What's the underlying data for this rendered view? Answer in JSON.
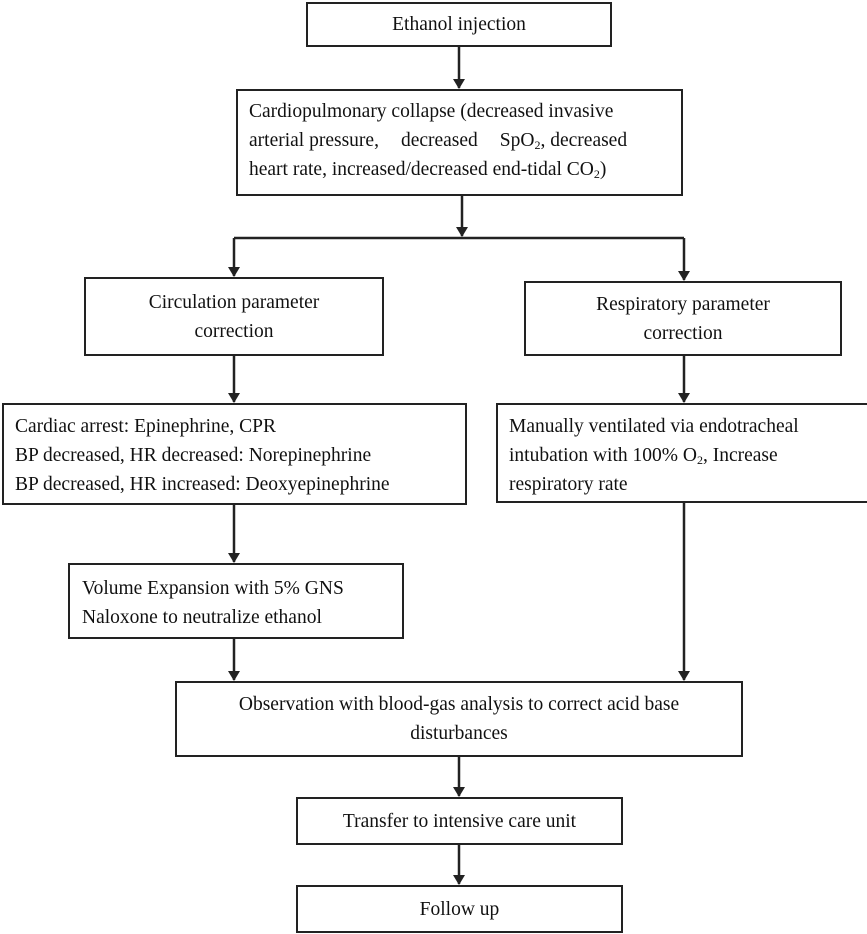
{
  "diagram": {
    "start": "Ethanol injection",
    "collapse": {
      "line1": "Cardiopulmonary collapse (decreased invasive",
      "line2a": "arterial pressure",
      "line2b": "decreased",
      "line2c": "SpO",
      "line2d": "2",
      "line2e": ", decreased",
      "line3a": "heart rate, increased/decreased end-tidal CO",
      "line3b": "2",
      "line3c": ")"
    },
    "circulation_box": {
      "line1": "Circulation parameter",
      "line2": "correction"
    },
    "respiratory_box": {
      "line1": "Respiratory parameter",
      "line2": "correction"
    },
    "circulation_actions": [
      "Cardiac arrest: Epinephrine, CPR",
      "BP decreased, HR decreased: Norepinephrine",
      "BP decreased, HR increased: Deoxyepinephrine"
    ],
    "respiratory_actions": {
      "line1": "Manually ventilated via endotracheal",
      "line2a": "intubation with 100% O",
      "line2b": "2",
      "line2c": ", Increase",
      "line3": "respiratory rate"
    },
    "volume": {
      "line1": "Volume Expansion with 5% GNS",
      "line2": "Naloxone to neutralize ethanol"
    },
    "observation": {
      "line1": "Observation with blood-gas analysis to correct acid base",
      "line2": "disturbances"
    },
    "transfer": "Transfer to intensive care unit",
    "follow_up": "Follow up"
  }
}
